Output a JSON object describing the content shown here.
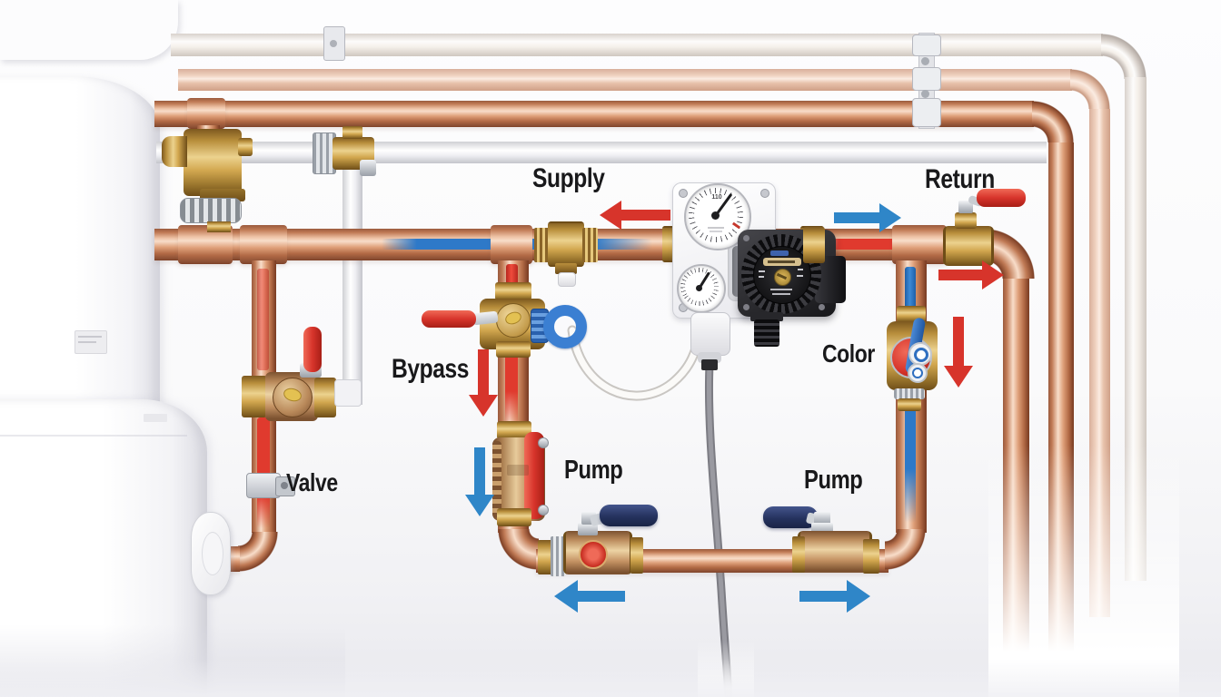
{
  "labels": {
    "supply": "Supply",
    "return_line": "Return",
    "bypass": "Bypass",
    "valve": "Valve",
    "color": "Color",
    "pump_left": "Pump",
    "pump_right": "Pump"
  },
  "gauge_panel": {
    "large_gauge_top_number": "110"
  },
  "colors": {
    "copper": "#c9805a",
    "copper_highlight": "#f8ddc9",
    "brass": "#d2a74f",
    "bronze": "#c49263",
    "red": "#d7342b",
    "red_stripe": "#e03a2e",
    "blue": "#2f86c8",
    "blue_stripe": "#2e79c8",
    "navy_handle": "#25325e",
    "white_pipe": "#f4efeb",
    "cable_gray": "#87878d",
    "label_text": "#19191b"
  },
  "arrows": {
    "supply": {
      "color": "#d7342b",
      "direction": "left"
    },
    "return_flow": {
      "color": "#2f86c8",
      "direction": "right"
    },
    "corner_right": {
      "color": "#d7342b",
      "direction": "right"
    },
    "corner_down": {
      "color": "#d7342b",
      "direction": "down"
    },
    "bypass_red": {
      "color": "#d7342b",
      "direction": "down"
    },
    "bypass_blue": {
      "color": "#2f86c8",
      "direction": "down"
    },
    "bottom_left": {
      "color": "#2f86c8",
      "direction": "left"
    },
    "bottom_right": {
      "color": "#2f86c8",
      "direction": "right"
    }
  }
}
